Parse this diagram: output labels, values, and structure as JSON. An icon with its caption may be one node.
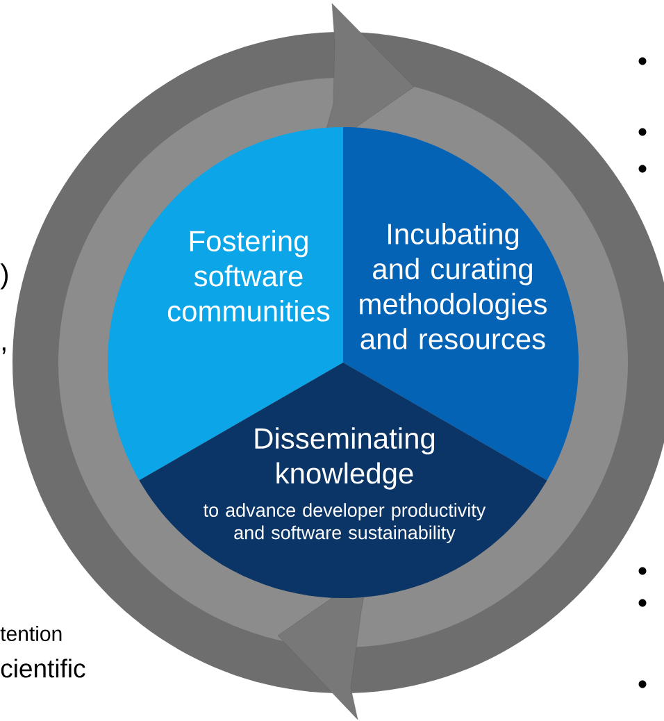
{
  "diagram": {
    "nodes": [
      {
        "text": [
          "Fostering software communities"
        ]
      },
      {
        "text": [
          "Incubating and curating methodologies and resources"
        ]
      },
      {
        "text": [
          "Disseminating knowledge",
          "to advance developer productivity and software sustainability"
        ]
      }
    ],
    "labels": [
      ")",
      ",",
      "tention",
      "cientific"
    ]
  }
}
